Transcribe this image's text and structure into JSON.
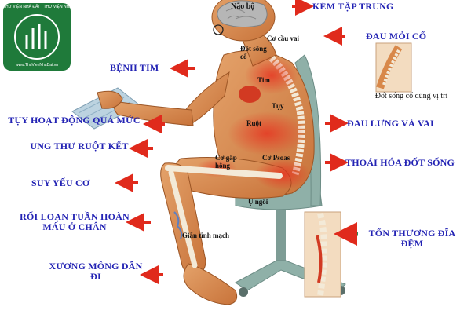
{
  "watermark": {
    "line1": "THƯ VIỆN NHÀ ĐẤT · THƯ VIỆN NHÀ ĐẤT",
    "line2": "www.ThuVienNhaDat.vn",
    "logo_color": "#1f7a3a"
  },
  "labels_left": [
    "BỆNH TIM",
    "TỤY HOẠT ĐỘNG QUÁ MỨC",
    "UNG THƯ RUỘT KẾT",
    "SUY YẾU CƠ",
    "RỐI LOẠN TUẦN HOÀN MÁU Ở CHÂN",
    "XƯƠNG MÔNG DẦN ĐI"
  ],
  "labels_right": [
    "KÉM TẬP TRUNG",
    "ĐAU MỎI CỔ",
    "ĐAU LƯNG VÀ VAI",
    "THOÁI HÓA ĐỐT SỐNG",
    "TỔN THƯƠNG ĐĨA ĐỆM"
  ],
  "body_labels": {
    "brain": "Não bộ",
    "shoulder_muscle": "Cơ cầu vai",
    "neck_vertebra": "Đốt sống cổ",
    "heart": "Tim",
    "pancreas": "Tụy",
    "intestine": "Ruột",
    "hip_flexor": "Cơ gấp hông",
    "psoas": "Cơ Psoas",
    "sitting": "Ụ ngồi",
    "varicose": "Giãn tĩnh mạch"
  },
  "inset_caption": "Đốt sống cổ đúng vị trí",
  "colors": {
    "label_blue": "#2323b4",
    "arrow_red": "#e02a1c",
    "skin": "#d8884a",
    "chair": "#8fb0a8",
    "inset_bg": "#f3dcc0",
    "disc_arrow": "#2e8b57"
  }
}
